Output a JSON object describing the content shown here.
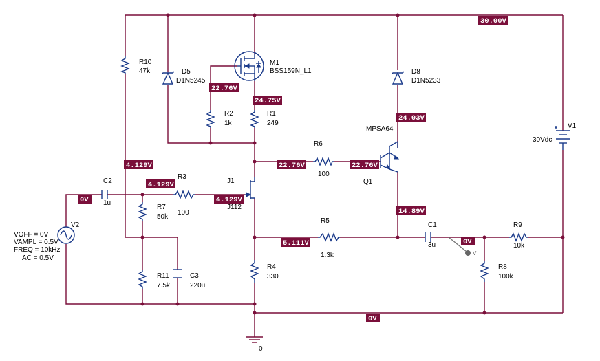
{
  "components": {
    "R10": {
      "ref": "R10",
      "value": "47k"
    },
    "D5": {
      "ref": "D5",
      "value": "D1N5245"
    },
    "M1": {
      "ref": "M1",
      "value": "BSS159N_L1"
    },
    "D8": {
      "ref": "D8",
      "value": "D1N5233"
    },
    "R2": {
      "ref": "R2",
      "value": "1k"
    },
    "R1": {
      "ref": "R1",
      "value": "249"
    },
    "R6": {
      "ref": "R6",
      "value": "100"
    },
    "Q1": {
      "ref": "Q1",
      "value": "MPSA64"
    },
    "V1": {
      "ref": "V1",
      "value": "30Vdc"
    },
    "C2": {
      "ref": "C2",
      "value": "1u"
    },
    "R3": {
      "ref": "R3",
      "value": "100"
    },
    "J1": {
      "ref": "J1",
      "value": "J112"
    },
    "R7": {
      "ref": "R7",
      "value": "50k"
    },
    "V2": {
      "ref": "V2",
      "voff": "VOFF = 0V",
      "vampl": "VAMPL = 0.5V",
      "freq": "FREQ = 10kHz",
      "ac": "AC = 0.5V"
    },
    "R5": {
      "ref": "R5",
      "value": "1.3k"
    },
    "C1": {
      "ref": "C1",
      "value": "3u"
    },
    "R9": {
      "ref": "R9",
      "value": "10k"
    },
    "R11": {
      "ref": "R11",
      "value": "7.5k"
    },
    "C3": {
      "ref": "C3",
      "value": "220u"
    },
    "R4": {
      "ref": "R4",
      "value": "330"
    },
    "R8": {
      "ref": "R8",
      "value": "100k"
    }
  },
  "voltages": {
    "v30": "30.00V",
    "m1_gate": "22.76V",
    "m1_source": "24.75V",
    "q1_collector": "24.03V",
    "r10_bottom": "4.129V",
    "j1_drain": "22.76V",
    "q1_base": "22.76V",
    "r3_left": "4.129V",
    "j1_gate": "4.129V",
    "input": "0V",
    "q1_emitter": "14.89V",
    "j1_source": "5.111V",
    "output": "0V",
    "ground_rail": "0V"
  },
  "probe": {
    "label": "V"
  },
  "ground": {
    "label": "0"
  },
  "colors": {
    "wire": "#7a0f3a",
    "symbol": "#1a3a8a",
    "voltage_marker": "#7a0f3a"
  }
}
